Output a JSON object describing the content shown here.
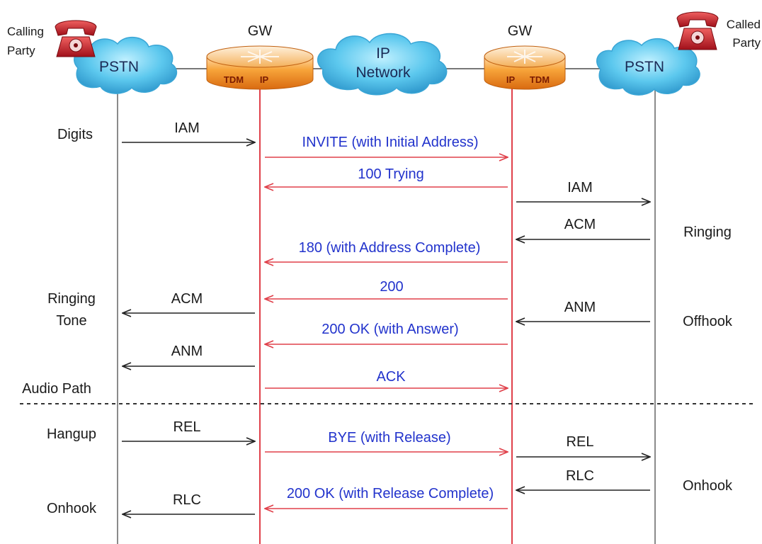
{
  "parties": {
    "calling": [
      "Calling",
      "Party"
    ],
    "called": [
      "Called",
      "Party"
    ]
  },
  "nodes": {
    "pstn_left": "PSTN",
    "gw_left": {
      "title": "GW",
      "port_a": "TDM",
      "port_b": "IP"
    },
    "ip_network": [
      "IP",
      "Network"
    ],
    "gw_right": {
      "title": "GW",
      "port_a": "IP",
      "port_b": "TDM"
    },
    "pstn_right": "PSTN"
  },
  "side_labels": {
    "left": [
      [
        "Digits"
      ],
      [
        "Ringing",
        "Tone"
      ],
      [
        "Audio Path"
      ],
      [
        "Hangup"
      ],
      [
        "Onhook"
      ]
    ],
    "right": [
      [
        "Ringing"
      ],
      [
        "Offhook"
      ],
      [
        "Onhook"
      ]
    ]
  },
  "messages": [
    {
      "label": "IAM",
      "color": "black"
    },
    {
      "label": "INVITE (with Initial Address)",
      "color": "blue"
    },
    {
      "label": "100 Trying",
      "color": "blue"
    },
    {
      "label": "IAM",
      "color": "black"
    },
    {
      "label": "ACM",
      "color": "black"
    },
    {
      "label": "180 (with Address Complete)",
      "color": "blue"
    },
    {
      "label": "200",
      "color": "blue"
    },
    {
      "label": "ACM",
      "color": "black"
    },
    {
      "label": "ANM",
      "color": "black"
    },
    {
      "label": "200 OK (with Answer)",
      "color": "blue"
    },
    {
      "label": "ANM",
      "color": "black"
    },
    {
      "label": "ACK",
      "color": "blue"
    },
    {
      "label": "REL",
      "color": "black"
    },
    {
      "label": "BYE (with Release)",
      "color": "blue"
    },
    {
      "label": "REL",
      "color": "black"
    },
    {
      "label": "RLC",
      "color": "black"
    },
    {
      "label": "200 OK (with Release Complete)",
      "color": "blue"
    },
    {
      "label": "RLC",
      "color": "black"
    }
  ],
  "colors": {
    "sip_blue": "#2233cc",
    "sip_arrow_red": "#e0404a",
    "lifeline_gray": "#8a8a8a",
    "gateway_lifeline_red": "#e0404a",
    "cloud_fill": "#5cc8ee",
    "gateway_orange": "#f59a2a",
    "phone_red": "#c8202a"
  },
  "icons": {
    "calling_phone": "red-telephone-icon",
    "called_phone": "red-telephone-icon",
    "gateway": "router-gateway-icon"
  }
}
